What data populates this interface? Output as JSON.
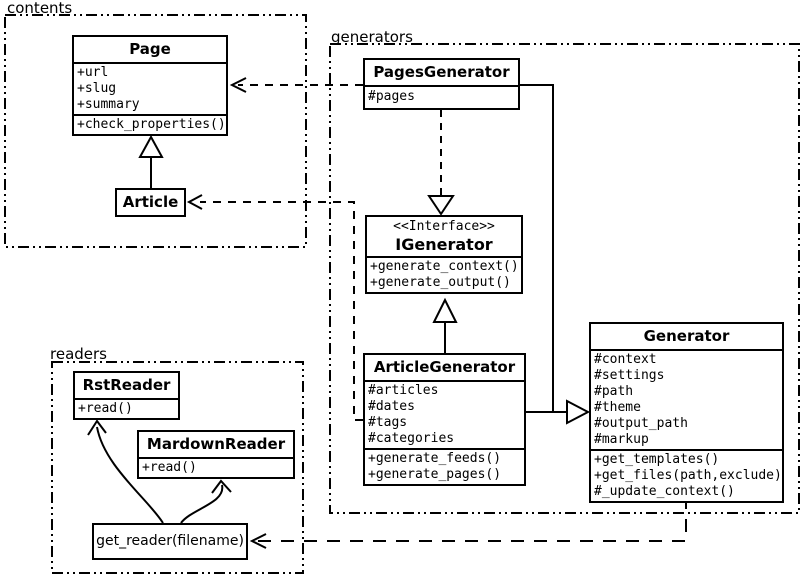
{
  "diagram_type": "uml-class-diagram",
  "colors": {
    "line": "#000000",
    "background": "#ffffff",
    "box_fill": "#ffffff",
    "text": "#000000"
  },
  "packages": {
    "contents": {
      "label": "contents"
    },
    "generators": {
      "label": "generators"
    },
    "readers": {
      "label": "readers"
    }
  },
  "classes": {
    "page": {
      "title": "Page",
      "attributes": [
        "+url",
        "+slug",
        "+summary"
      ],
      "methods": [
        "+check_properties()"
      ]
    },
    "article": {
      "title": "Article"
    },
    "pages_generator": {
      "title": "PagesGenerator",
      "attributes": [
        "#pages"
      ]
    },
    "igenerator": {
      "stereotype": "<<Interface>>",
      "title": "IGenerator",
      "methods": [
        "+generate_context()",
        "+generate_output()"
      ]
    },
    "article_generator": {
      "title": "ArticleGenerator",
      "attributes": [
        "#articles",
        "#dates",
        "#tags",
        "#categories"
      ],
      "methods": [
        "+generate_feeds()",
        "+generate_pages()"
      ]
    },
    "generator": {
      "title": "Generator",
      "attributes": [
        "#context",
        "#settings",
        "#path",
        "#theme",
        "#output_path",
        "#markup"
      ],
      "methods": [
        "+get_templates()",
        "+get_files(path,exclude)",
        "#_update_context()"
      ]
    },
    "rst_reader": {
      "title": "RstReader",
      "methods": [
        "+read()"
      ]
    },
    "mardown_reader": {
      "title": "MardownReader",
      "methods": [
        "+read()"
      ]
    },
    "get_reader": {
      "label": "get_reader(filename)"
    }
  },
  "relationships": [
    {
      "from": "Article",
      "to": "Page",
      "type": "inheritance"
    },
    {
      "from": "PagesGenerator",
      "to": "Page",
      "type": "dependency"
    },
    {
      "from": "ArticleGenerator",
      "to": "Article",
      "type": "dependency"
    },
    {
      "from": "PagesGenerator",
      "to": "IGenerator",
      "type": "realization"
    },
    {
      "from": "ArticleGenerator",
      "to": "IGenerator",
      "type": "inheritance"
    },
    {
      "from": "PagesGenerator",
      "to": "Generator",
      "type": "inheritance"
    },
    {
      "from": "ArticleGenerator",
      "to": "Generator",
      "type": "inheritance"
    },
    {
      "from": "Generator",
      "to": "get_reader(filename)",
      "type": "dependency"
    },
    {
      "from": "get_reader(filename)",
      "to": "RstReader",
      "type": "arrow"
    },
    {
      "from": "get_reader(filename)",
      "to": "MardownReader",
      "type": "arrow"
    }
  ]
}
